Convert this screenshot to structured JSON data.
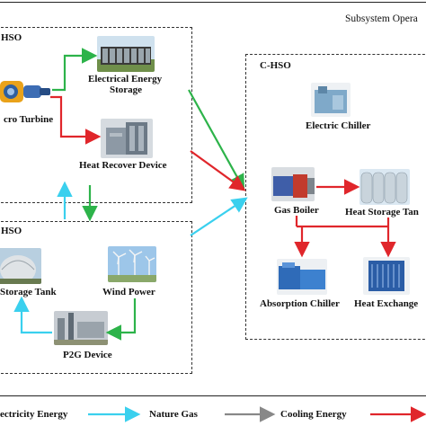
{
  "header": {
    "title": "Subsystem Opera"
  },
  "groups": {
    "top_left": "HSO",
    "bottom_left": "HSO",
    "right": "C-HSO"
  },
  "nodes": {
    "micro_turbine": "cro Turbine",
    "electrical_storage_line1": "Electrical Energy",
    "electrical_storage_line2": "Storage",
    "heat_recover": "Heat Recover Device",
    "storage_tank": "Storage Tank",
    "wind_power": "Wind Power",
    "p2g_device": "P2G Device",
    "electric_chiller": "Electric Chiller",
    "gas_boiler": "Gas Boiler",
    "heat_storage_tank": "Heat Storage Tan",
    "absorption_chiller": "Absorption Chiller",
    "heat_exchanger": "Heat Exchange"
  },
  "legend": {
    "electricity": "ectricity Energy",
    "nature_gas": "Nature Gas",
    "cooling": "Cooling Energy"
  },
  "colors": {
    "electricity": "#2db34a",
    "heat": "#e0262b",
    "gas": "#3ad0ee",
    "cooling": "#888888"
  }
}
